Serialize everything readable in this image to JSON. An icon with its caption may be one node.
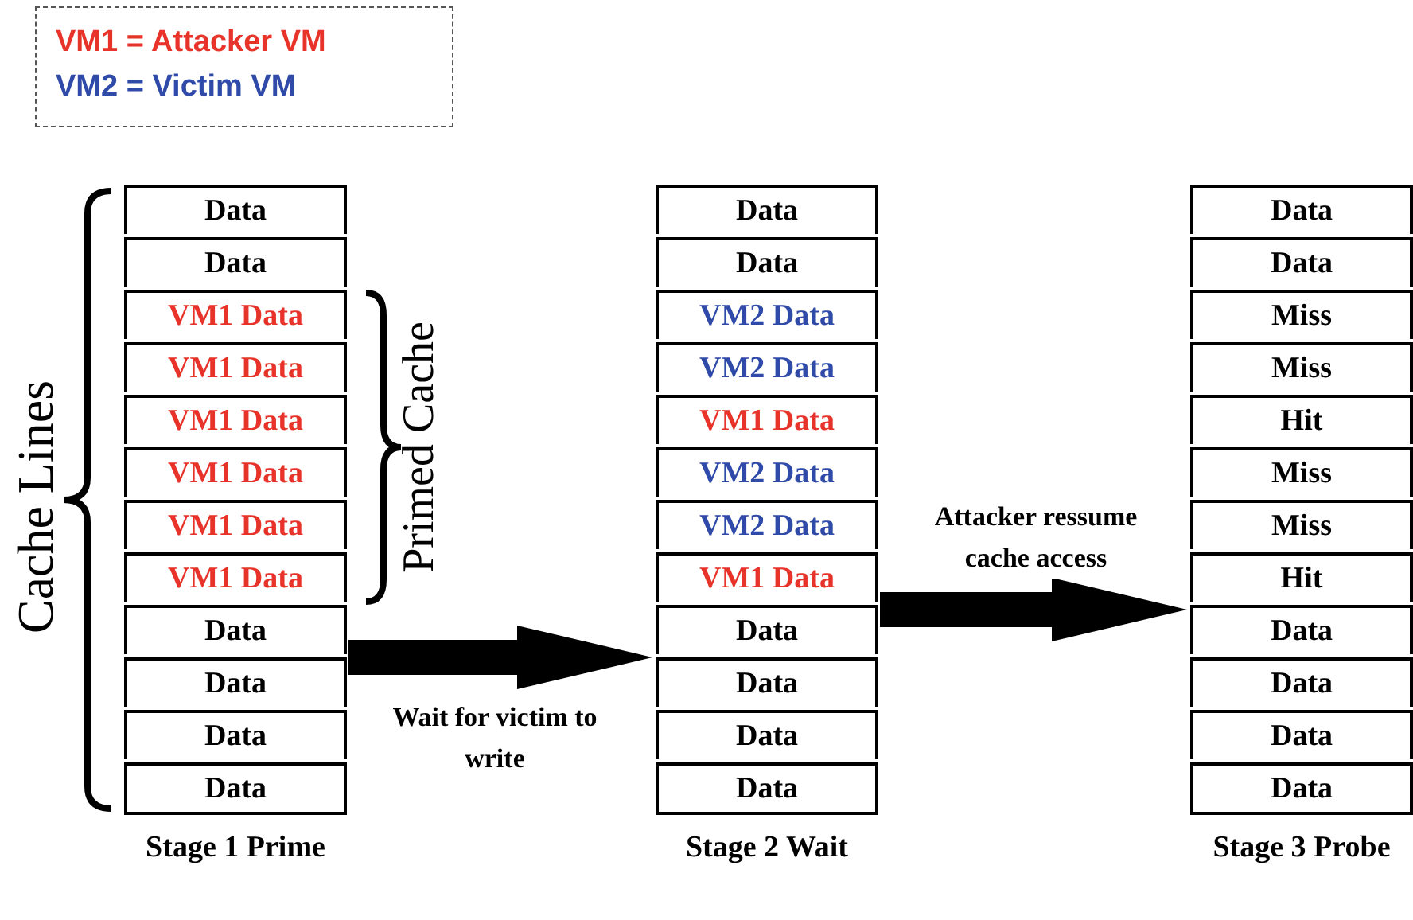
{
  "diagram": {
    "nodes": [
      {
        "text": [
          "VM1 = Attacker VM",
          "VM2 = Victim VM"
        ]
      },
      {
        "text": [
          "Stage 1 Prime"
        ]
      },
      {
        "text": [
          "Data"
        ],
        "in": 1
      },
      {
        "text": [
          "Data"
        ],
        "in": 1
      },
      {
        "text": [
          "VM1 Data"
        ],
        "in": 1
      },
      {
        "text": [
          "VM1 Data"
        ],
        "in": 1
      },
      {
        "text": [
          "VM1 Data"
        ],
        "in": 1
      },
      {
        "text": [
          "VM1 Data"
        ],
        "in": 1
      },
      {
        "text": [
          "VM1 Data"
        ],
        "in": 1
      },
      {
        "text": [
          "VM1 Data"
        ],
        "in": 1
      },
      {
        "text": [
          "Data"
        ],
        "in": 1
      },
      {
        "text": [
          "Data"
        ],
        "in": 1
      },
      {
        "text": [
          "Data"
        ],
        "in": 1
      },
      {
        "text": [
          "Data"
        ],
        "in": 1
      },
      {
        "text": [
          "Stage 2 Wait"
        ]
      },
      {
        "text": [
          "Data"
        ],
        "in": 14
      },
      {
        "text": [
          "Data"
        ],
        "in": 14
      },
      {
        "text": [
          "VM2 Data"
        ],
        "in": 14
      },
      {
        "text": [
          "VM2 Data"
        ],
        "in": 14
      },
      {
        "text": [
          "VM1 Data"
        ],
        "in": 14
      },
      {
        "text": [
          "VM2 Data"
        ],
        "in": 14
      },
      {
        "text": [
          "VM2 Data"
        ],
        "in": 14
      },
      {
        "text": [
          "VM1 Data"
        ],
        "in": 14
      },
      {
        "text": [
          "Data"
        ],
        "in": 14
      },
      {
        "text": [
          "Data"
        ],
        "in": 14
      },
      {
        "text": [
          "Data"
        ],
        "in": 14
      },
      {
        "text": [
          "Data"
        ],
        "in": 14
      },
      {
        "text": [
          "Stage 3 Probe"
        ]
      },
      {
        "text": [
          "Data"
        ],
        "in": 27
      },
      {
        "text": [
          "Data"
        ],
        "in": 27
      },
      {
        "text": [
          "Miss"
        ],
        "in": 27
      },
      {
        "text": [
          "Miss"
        ],
        "in": 27
      },
      {
        "text": [
          "Hit"
        ],
        "in": 27
      },
      {
        "text": [
          "Miss"
        ],
        "in": 27
      },
      {
        "text": [
          "Miss"
        ],
        "in": 27
      },
      {
        "text": [
          "Hit"
        ],
        "in": 27
      },
      {
        "text": [
          "Data"
        ],
        "in": 27
      },
      {
        "text": [
          "Data"
        ],
        "in": 27
      },
      {
        "text": [
          "Data"
        ],
        "in": 27
      },
      {
        "text": [
          "Data"
        ],
        "in": 27
      }
    ],
    "edges": [
      {
        "from": 1,
        "to": 14,
        "arrow": "to",
        "style": "thick",
        "label": "Wait for victim to write"
      },
      {
        "from": 14,
        "to": 27,
        "arrow": "to",
        "style": "thick",
        "label": "Attacker ressume cache access"
      }
    ],
    "labels": [
      "Cache Lines",
      "Primed Cache"
    ]
  }
}
